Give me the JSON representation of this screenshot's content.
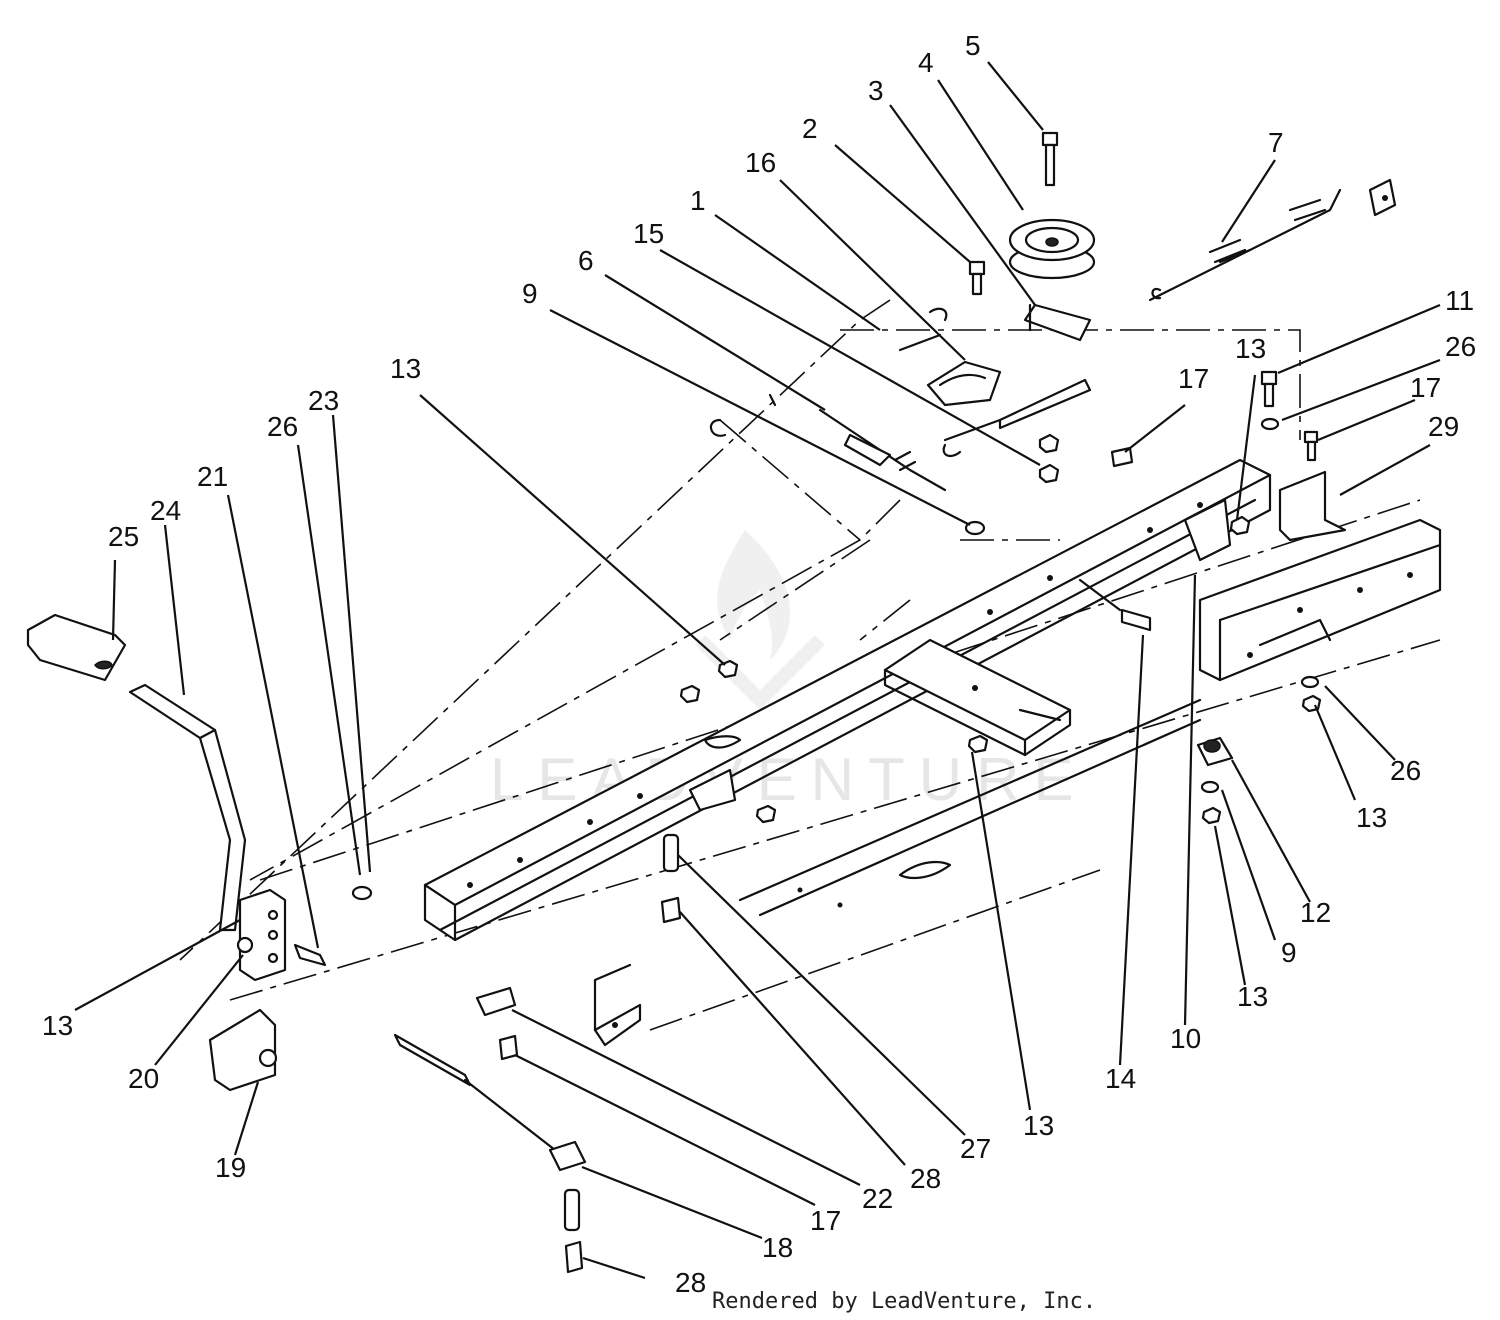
{
  "watermark": {
    "text": "LEADVENTURE"
  },
  "credit": {
    "text": "Rendered by LeadVenture, Inc."
  },
  "callouts": [
    "5",
    "4",
    "3",
    "2",
    "16",
    "1",
    "7",
    "15",
    "6",
    "9",
    "11",
    "26",
    "17",
    "13",
    "17",
    "29",
    "13",
    "23",
    "26",
    "21",
    "24",
    "25",
    "13",
    "20",
    "19",
    "26",
    "13",
    "12",
    "9",
    "13",
    "10",
    "14",
    "13",
    "27",
    "28",
    "22",
    "17",
    "18",
    "28"
  ],
  "colors": {
    "ink": "#111111",
    "watermark": "#e6e6e6",
    "background": "#ffffff"
  }
}
